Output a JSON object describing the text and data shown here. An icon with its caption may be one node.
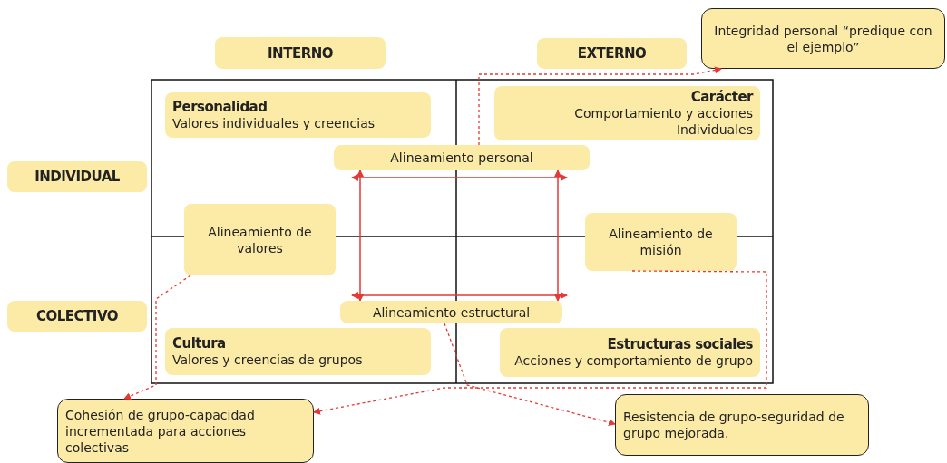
{
  "diagram": {
    "nodes": [
      {
        "text": [
          "INTERNO"
        ]
      },
      {
        "text": [
          "EXTERNO"
        ]
      },
      {
        "text": [
          "Integridad personal “predique con el ejemplo”"
        ]
      },
      {
        "text": [
          "INDIVIDUAL"
        ]
      },
      {
        "text": [
          "COLECTIVO"
        ]
      },
      {
        "text": [
          "Personalidad",
          "Valores individuales y creencias"
        ]
      },
      {
        "text": [
          "Carácter",
          "Comportamiento y acciones Individuales"
        ]
      },
      {
        "text": [
          "Alineamiento personal"
        ]
      },
      {
        "text": [
          "Alineamiento de valores"
        ]
      },
      {
        "text": [
          "Alineamiento de misión"
        ]
      },
      {
        "text": [
          "Alineamiento estructural"
        ]
      },
      {
        "text": [
          "Cultura",
          "Valores y creencias de grupos"
        ]
      },
      {
        "text": [
          "Estructuras sociales",
          "Acciones y comportamiento de grupo"
        ]
      },
      {
        "text": [
          "Cohesión de grupo-capacidad incrementada para acciones colectivas"
        ]
      },
      {
        "text": [
          "Resistencia de grupo-seguridad de grupo mejorada."
        ]
      }
    ],
    "edges": [
      {
        "from": 7,
        "to": 10,
        "arrow": "both"
      },
      {
        "from": 7,
        "to": 10,
        "arrow": "both"
      },
      {
        "from": 7,
        "to": 2,
        "arrow": "to",
        "style": "dashed"
      },
      {
        "from": 8,
        "to": 13,
        "arrow": "to",
        "style": "dashed"
      },
      {
        "from": 9,
        "to": 13,
        "arrow": "to",
        "style": "dashed"
      },
      {
        "from": 10,
        "to": 14,
        "arrow": "to",
        "style": "dashed"
      }
    ]
  }
}
